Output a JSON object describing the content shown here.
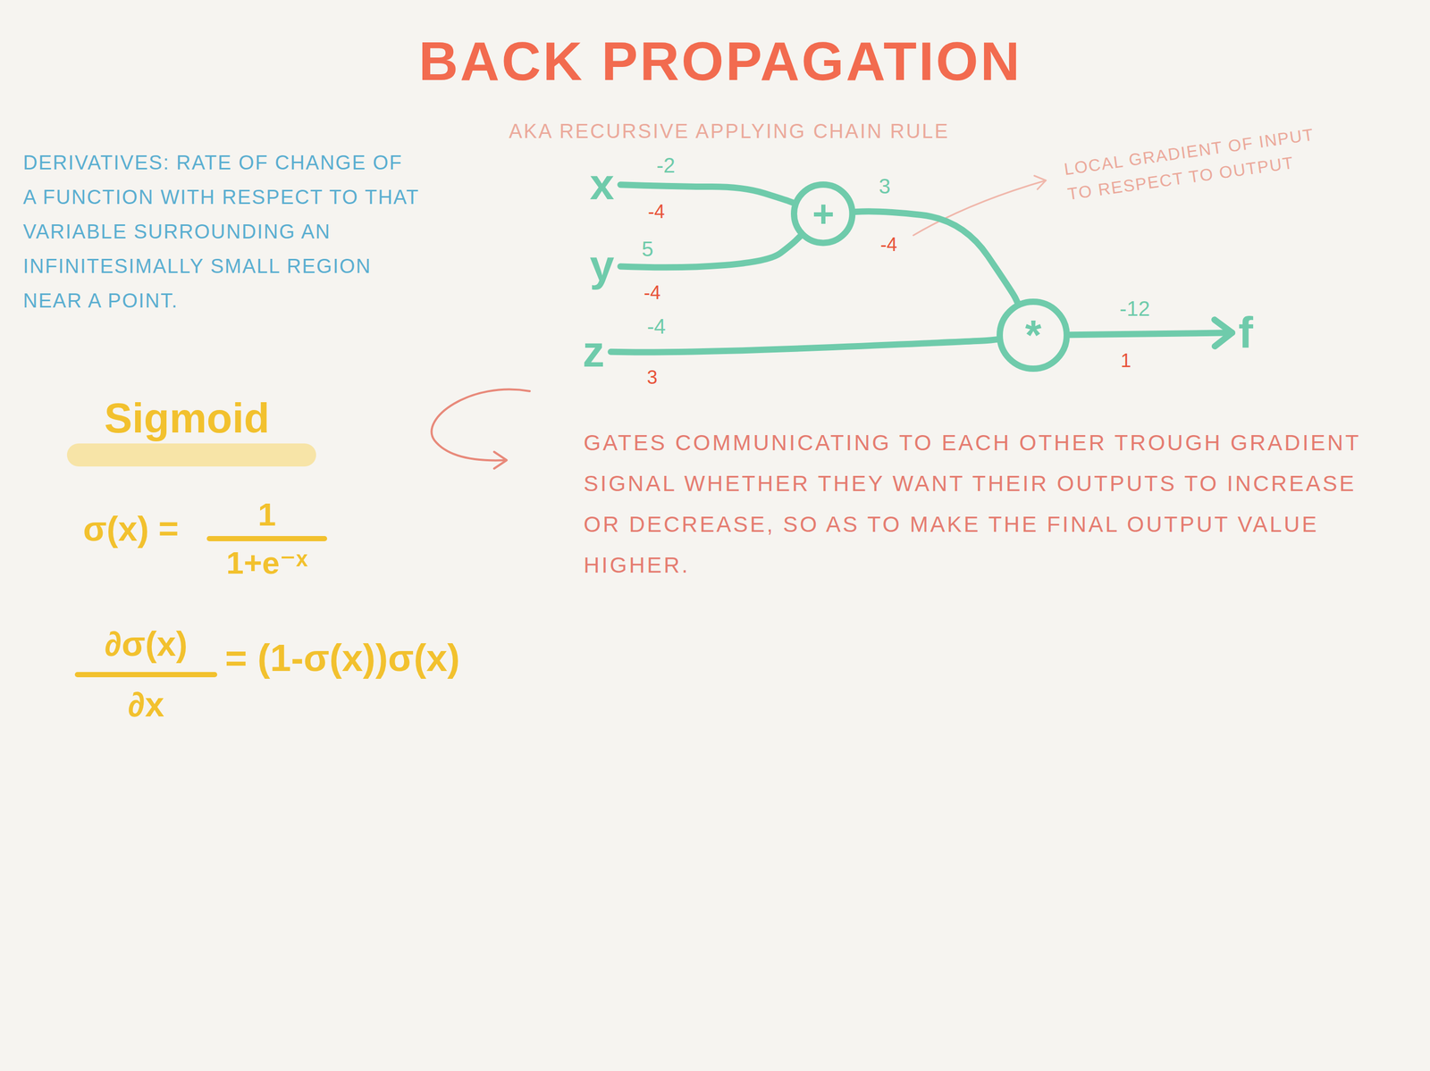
{
  "diagram": {
    "title": "BACK PROPAGATION",
    "nodes": [
      {
        "text": [
          "x"
        ]
      },
      {
        "text": [
          "y"
        ]
      },
      {
        "text": [
          "z"
        ]
      },
      {
        "text": [
          "+"
        ]
      },
      {
        "text": [
          "*"
        ]
      },
      {
        "text": [
          "f"
        ]
      }
    ],
    "edges": [
      {
        "from": 0,
        "to": 3,
        "label": "-2",
        "arrow": "none"
      },
      {
        "from": 1,
        "to": 3,
        "label": "5",
        "arrow": "none"
      },
      {
        "from": 3,
        "to": 4,
        "label": "3",
        "arrow": "none"
      },
      {
        "from": 2,
        "to": 4,
        "label": "-4",
        "arrow": "none"
      },
      {
        "from": 4,
        "to": 5,
        "label": "-12",
        "arrow": "to"
      }
    ],
    "labels": [
      "AKA RECURSIVE APPLYING CHAIN RULE",
      "DERIVATIVES: RATE OF CHANGE OF A FUNCTION WITH RESPECT TO THAT VARIABLE SURROUNDING AN INFINITESIMALLY SMALL REGION NEAR A POINT.",
      "Sigmoid",
      "σ(x) =",
      "1",
      "1+e⁻ˣ",
      "∂σ(x)",
      "∂x",
      "= (1-σ(x))σ(x)",
      "-4",
      "-4",
      "-4",
      "3",
      "1",
      "LOCAL GRADIENT OF INPUT TO RESPECT TO OUTPUT",
      "GATES COMMUNICATING TO EACH OTHER TROUGH GRADIENT SIGNAL WHETHER THEY WANT THEIR OUTPUTS TO INCREASE OR DECREASE, SO AS TO MAKE THE FINAL OUTPUT VALUE HIGHER."
    ]
  }
}
